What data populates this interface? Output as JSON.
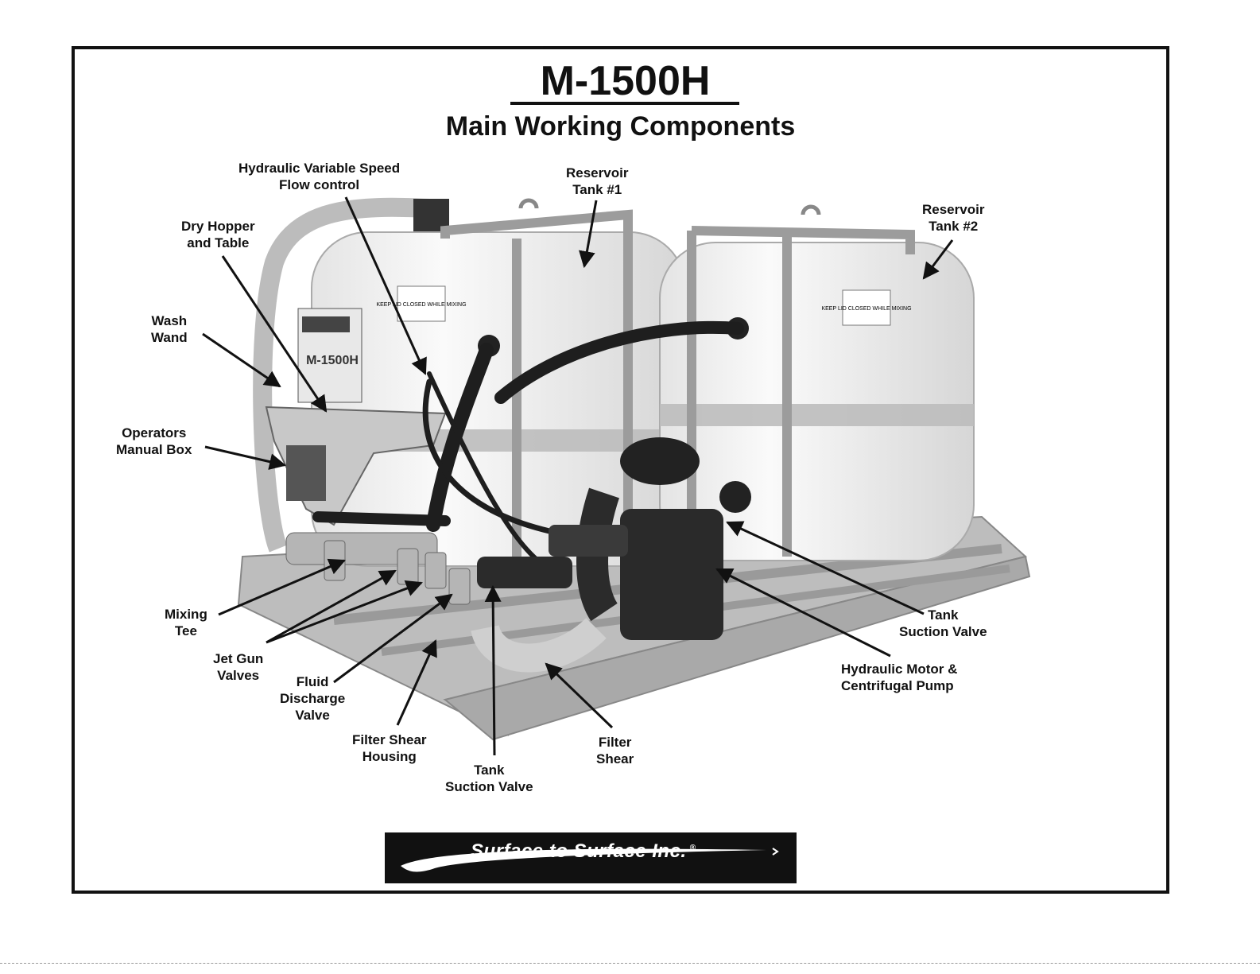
{
  "header": {
    "title": "M-1500H",
    "subtitle": "Main Working Components"
  },
  "labels": {
    "flow_control": [
      "Hydraulic Variable Speed",
      "Flow control"
    ],
    "reservoir_1": [
      "Reservoir",
      "Tank #1"
    ],
    "reservoir_2": [
      "Reservoir",
      "Tank #2"
    ],
    "dry_hopper": [
      "Dry Hopper",
      "and Table"
    ],
    "wash_wand": [
      "Wash",
      "Wand"
    ],
    "manual_box": [
      "Operators",
      "Manual Box"
    ],
    "mixing_tee": [
      "Mixing",
      "Tee"
    ],
    "jet_gun": [
      "Jet Gun",
      "Valves"
    ],
    "fluid_discharge": [
      "Fluid",
      "Discharge",
      "Valve"
    ],
    "filter_housing": [
      "Filter Shear",
      "Housing"
    ],
    "tank_suction_bottom": [
      "Tank",
      "Suction Valve"
    ],
    "filter_shear": [
      "Filter",
      "Shear"
    ],
    "tank_suction_right": [
      "Tank",
      "Suction Valve"
    ],
    "motor_pump": [
      "Hydraulic Motor &",
      "Centrifugal Pump"
    ]
  },
  "machine_decals": {
    "panel_model": "M-1500H",
    "tank_warning": "KEEP LID CLOSED WHILE MIXING"
  },
  "logo": {
    "text": "Surface to Surface Inc.",
    "mark": "®"
  }
}
